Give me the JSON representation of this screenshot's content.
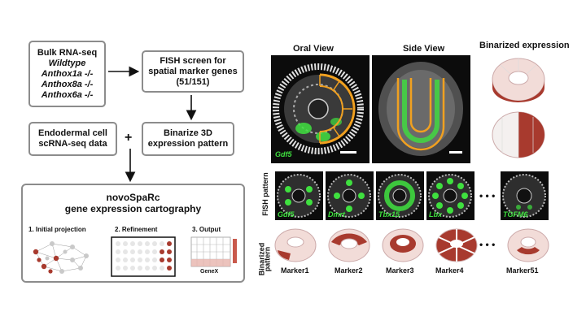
{
  "workflow": {
    "bulk": {
      "title": "Bulk RNA-seq",
      "lines": [
        "Wildtype",
        "Anthox1a -/-",
        "Anthox8a -/-",
        "Anthox6a -/-"
      ]
    },
    "fish": {
      "lines": [
        "FISH screen for",
        "spatial marker genes",
        "(51/151)"
      ]
    },
    "scrna": {
      "lines": [
        "Endodermal cell",
        "scRNA-seq data"
      ]
    },
    "binarize": {
      "lines": [
        "Binarize 3D",
        "expression pattern"
      ]
    },
    "plus": "+",
    "novo": {
      "title": "novoSpaRc",
      "subtitle": "gene expression cartography",
      "step1": "1. Initial projection",
      "step2": "2. Refinement",
      "step3": "3. Output",
      "genex": "GeneX"
    }
  },
  "panels": {
    "oral_view": "Oral View",
    "side_view": "Side View",
    "binarized_expression": "Binarized expression",
    "oral_gene": "Gdf5",
    "fish_pattern": "FISH pattern",
    "binarized_pattern": [
      "Binarized",
      "pattern"
    ],
    "ellipsis": "• • •",
    "fish_genes": [
      "Gdf5",
      "Dmrt",
      "Tbx15",
      "Lbx",
      "TGFM6"
    ],
    "markers": [
      "Marker1",
      "Marker2",
      "Marker3",
      "Marker4",
      "Marker51"
    ]
  },
  "colors": {
    "box_border": "#8c8c8c",
    "fish_green": "#3fe03f",
    "outline_orange": "#f0a020",
    "marker_red": "#a83a2e"
  }
}
